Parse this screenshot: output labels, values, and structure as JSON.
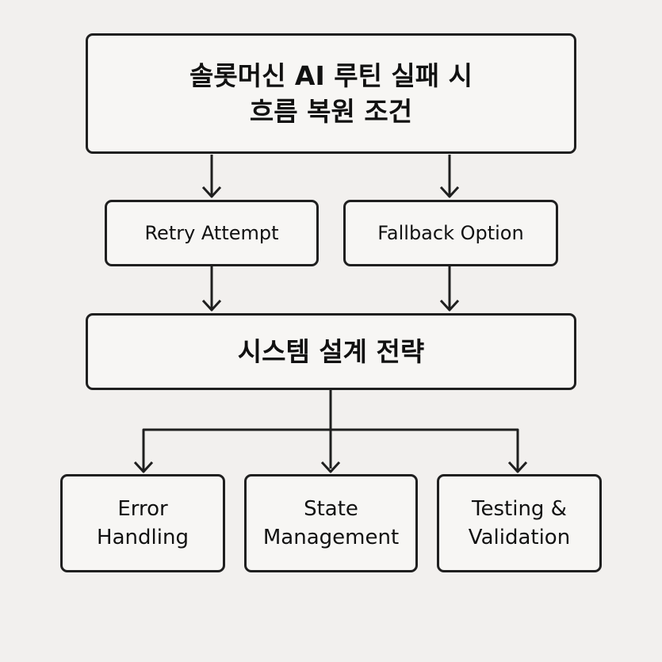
{
  "diagram": {
    "title": {
      "line1": "솔롯머신 AI 루틴 실패 시",
      "line2": "흐름 복원 조건"
    },
    "branches": [
      {
        "label": "Retry Attempt"
      },
      {
        "label": "Fallback Option"
      }
    ],
    "strategy": {
      "label": "시스템 설계 전략"
    },
    "components": [
      {
        "line1": "Error",
        "line2": "Handling"
      },
      {
        "line1": "State",
        "line2": "Management"
      },
      {
        "line1": "Testing &",
        "line2": "Validation"
      }
    ]
  },
  "colors": {
    "background": "#f2f0ee",
    "stroke": "#1f1f1f",
    "box_fill": "#f7f6f4"
  }
}
